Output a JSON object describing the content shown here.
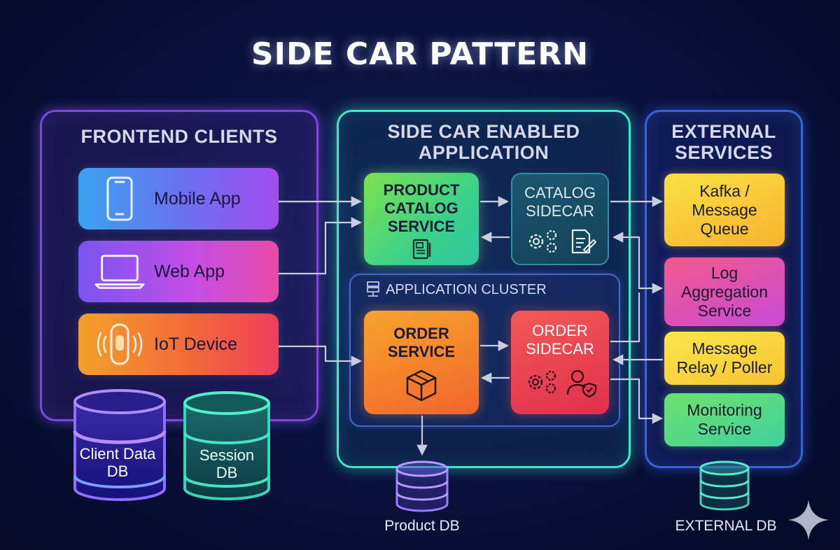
{
  "title": "SIDE CAR PATTERN",
  "frontend": {
    "title": "FRONTEND CLIENTS",
    "clients": [
      {
        "label": "Mobile App",
        "icon": "smartphone-icon"
      },
      {
        "label": "Web App",
        "icon": "laptop-icon"
      },
      {
        "label": "IoT Device",
        "icon": "smart-speaker-icon"
      }
    ],
    "databases": [
      {
        "label_lines": [
          "Client Data",
          "DB"
        ],
        "color": "#8a5cff"
      },
      {
        "label_lines": [
          "Session",
          "DB"
        ],
        "color": "#35d6b5"
      }
    ]
  },
  "app": {
    "title_lines": [
      "SIDE CAR ENABLED",
      "APPLICATION"
    ],
    "product_service": {
      "lines": [
        "PRODUCT",
        "CATALOG",
        "SERVICE"
      ],
      "icon": "catalog-document-icon"
    },
    "catalog_sidecar": {
      "lines": [
        "CATALOG",
        "SIDECAR"
      ],
      "icons": [
        "gears-icon",
        "document-edit-icon"
      ]
    },
    "cluster": {
      "title": "APPLICATION CLUSTER",
      "icon": "server-rack-icon"
    },
    "order_service": {
      "lines": [
        "ORDER",
        "SERVICE"
      ],
      "icon": "package-box-icon"
    },
    "order_sidecar": {
      "lines": [
        "ORDER",
        "SIDECAR"
      ],
      "icons": [
        "gears-icon",
        "user-shield-icon"
      ]
    },
    "database": {
      "label": "Product DB"
    }
  },
  "external": {
    "title_lines": [
      "EXTERNAL",
      "SERVICES"
    ],
    "services": [
      {
        "lines": [
          "Kafka /",
          "Message",
          "Queue"
        ]
      },
      {
        "lines": [
          "Log",
          "Aggregation",
          "Service"
        ]
      },
      {
        "lines": [
          "Message",
          "Relay / Poller"
        ]
      },
      {
        "lines": [
          "Monitoring",
          "Service"
        ]
      }
    ],
    "database": {
      "label": "EXTERNAL DB"
    }
  },
  "colors": {
    "background": "#0b1240",
    "frontend_border": "#7b4ad9",
    "app_border": "#3ee8c9",
    "external_border": "#3a63d8",
    "arrow": "#c9cde0"
  }
}
